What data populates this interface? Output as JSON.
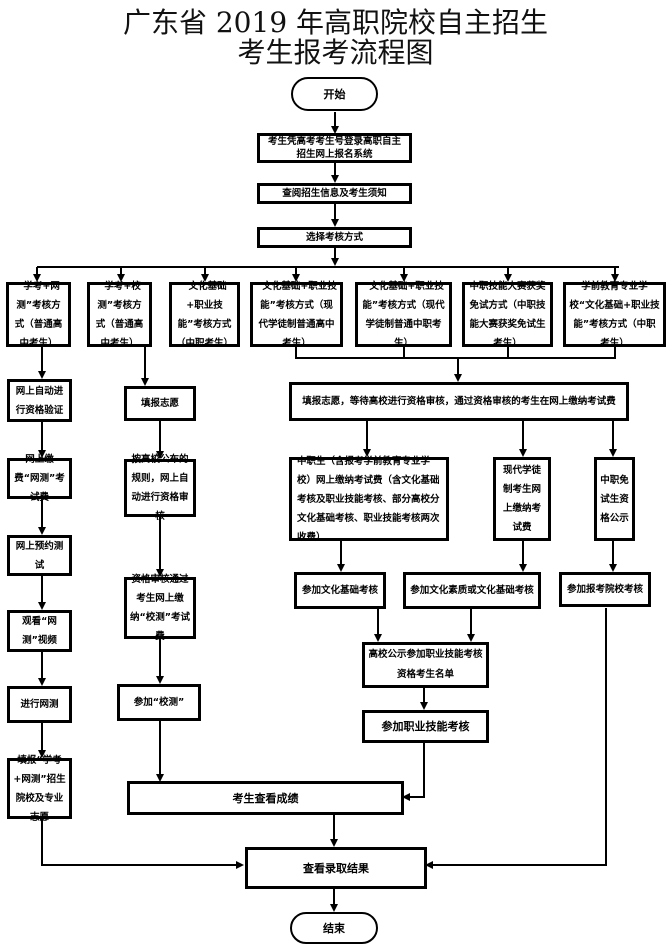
{
  "title": {
    "line1": "广东省 2019 年高职院校自主招生",
    "line2": "考生报考流程图"
  },
  "nodes": {
    "start": "开始",
    "login": "考生凭高考考生号登录高职自主招生网上报名系统",
    "read_info": "查阅招生信息及考生须知",
    "choose_mode": "选择考核方式",
    "modes": [
      "“学考+网测”考核方式（普通高中考生）",
      "“学考+校测”考核方式（普通高中考生）",
      "“文化基础+职业技能”考核方式（中职考生）",
      "“文化基础+职业技能”考核方式（现代学徒制普通高中考生）",
      "“文化基础+职业技能”考核方式（现代学徒制普通中职考生）",
      "中职技能大赛获奖免试方式（中职技能大赛获奖免试生考生）",
      "学前教育专业学校“文化基础+职业技能”考核方式（中职考生）"
    ],
    "col1": [
      "网上自动进行资格验证",
      "网上缴费“网测”考试费",
      "网上预约测试",
      "观看“网测”视频",
      "进行网测",
      "填报“学考+网测”招生院校及专业志愿"
    ],
    "col2": [
      "填报志愿",
      "按高校公布的规则，网上自动进行资格审核",
      "资格审核通过考生网上缴纳“校测”考试费",
      "参加“校测”"
    ],
    "merged": "填报志愿，等待高校进行资格审核，通过资格审核的考生在网上缴纳考试费",
    "pay_zhongzhi": "中职生（含报考学前教育专业学校）网上缴纳考试费（含文化基础考核及职业技能考核、部分高校分文化基础考核、职业技能考核两次收费）",
    "pay_apprentice": "现代学徒制考生网上缴纳考试费",
    "exempt_public": "中职免试生资格公示",
    "culture_exam": "参加文化基础考核",
    "culture_or_quality": "参加文化素质或文化基础考核",
    "school_exam": "参加报考院校考核",
    "skill_list": "高校公示参加职业技能考核资格考生名单",
    "skill_exam": "参加职业技能考核",
    "check_score": "考生查看成绩",
    "check_result": "查看录取结果",
    "end": "结束"
  }
}
